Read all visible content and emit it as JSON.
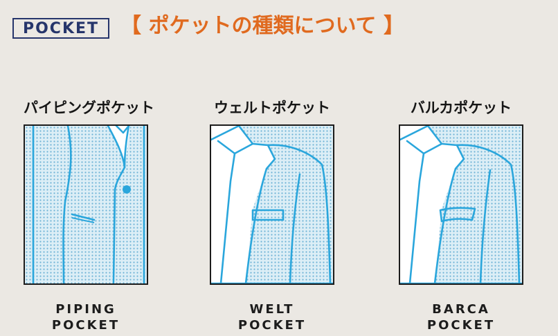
{
  "header": {
    "badge": "POCKET",
    "title": "【 ポケットの種類について 】"
  },
  "panels": [
    {
      "jp": "パイピングポケット",
      "en_line1": "PIPING",
      "en_line2": "POCKET"
    },
    {
      "jp": "ウェルトポケット",
      "en_line1": "WELT",
      "en_line2": "POCKET"
    },
    {
      "jp": "バルカポケット",
      "en_line1": "BARCA",
      "en_line2": "POCKET"
    }
  ],
  "colors": {
    "background": "#ebe8e3",
    "title_orange": "#e06a1f",
    "badge_navy": "#26356b",
    "line_blue": "#2aa6dc",
    "dot_fill": "#cfe6f2"
  }
}
